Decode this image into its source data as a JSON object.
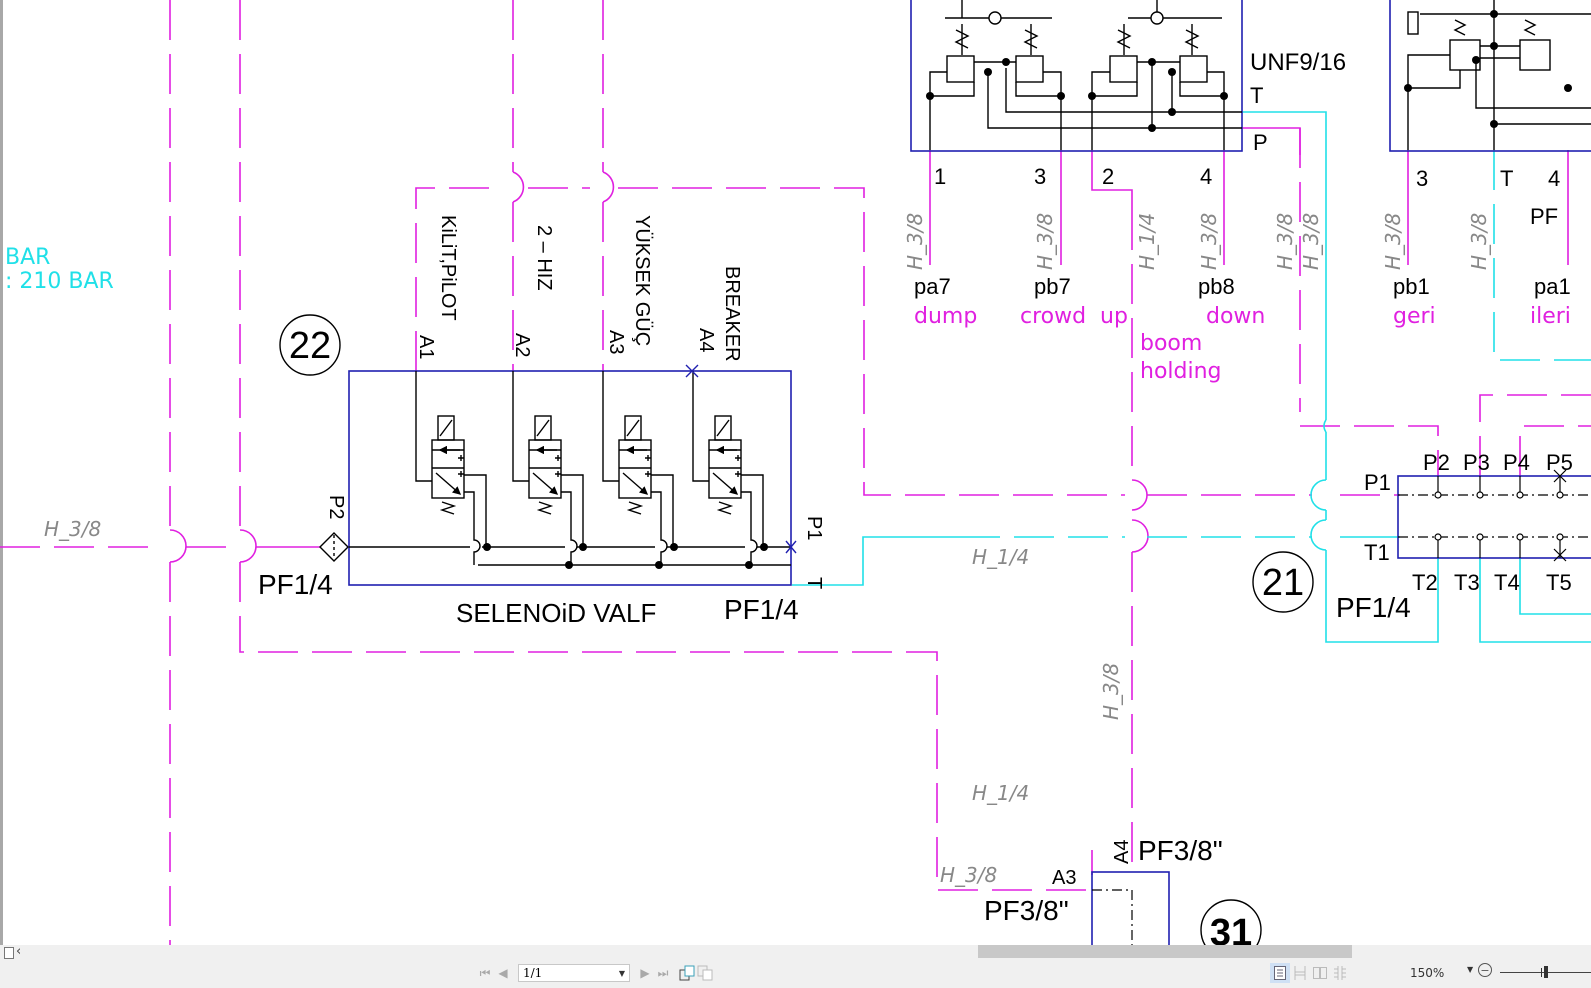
{
  "viewer": {
    "page_field": "1/1",
    "zoom_level": "150%",
    "zoom_slider_fraction": 0.5
  },
  "drawing": {
    "colors": {
      "pilot_line": "#e020e0",
      "tank_line": "#20e0e8",
      "component_box": "#2020b0",
      "symbol": "#000000",
      "hose_label": "#888888"
    },
    "pressure_notes": [
      "BAR",
      ": 210  BAR"
    ],
    "solenoid_valve": {
      "id": "22",
      "title": "SELENOiD  VALF",
      "port_left_label": "P2",
      "port_left_thread": "PF1/4",
      "port_right_p": "P1",
      "port_right_t": "T",
      "port_right_thread": "PF1/4",
      "outputs": [
        {
          "port": "A1",
          "function": "KiLiT,PiLOT"
        },
        {
          "port": "A2",
          "function": "2 – HIZ"
        },
        {
          "port": "A3",
          "function": "YÜKSEK  GÜÇ"
        },
        {
          "port": "A4",
          "function": "BREAKER"
        }
      ]
    },
    "joystick_valve": {
      "thread": "UNF9/16",
      "port_t": "T",
      "port_p": "P",
      "ports": [
        "1",
        "3",
        "2",
        "4"
      ],
      "pilot_lines": [
        {
          "code": "pa7",
          "function": "dump"
        },
        {
          "code": "pb7",
          "function": "crowd"
        },
        {
          "code": "",
          "function": "up"
        },
        {
          "code": "pb8",
          "function": "down"
        }
      ],
      "boom_holding": [
        "boom",
        "holding"
      ]
    },
    "travel_valve": {
      "ports": [
        "3",
        "T",
        "4"
      ],
      "thread": "PF",
      "pilot_lines": [
        {
          "code": "pb1",
          "function": "geri"
        },
        {
          "code": "pa1",
          "function": "ileri"
        }
      ]
    },
    "manifold": {
      "id": "21",
      "p_ports": [
        "P1",
        "P2",
        "P3",
        "P4",
        "P5"
      ],
      "t_ports": [
        "T1",
        "T2",
        "T3",
        "T4",
        "T5"
      ],
      "thread": "PF1/4"
    },
    "lower_block": {
      "id": "31",
      "ports": [
        "A3",
        "A4"
      ],
      "thread_top": "PF3/8\"",
      "thread_left": "PF3/8\""
    },
    "hose_labels": {
      "h38": "H_3/8",
      "h14": "H_1/4"
    }
  }
}
